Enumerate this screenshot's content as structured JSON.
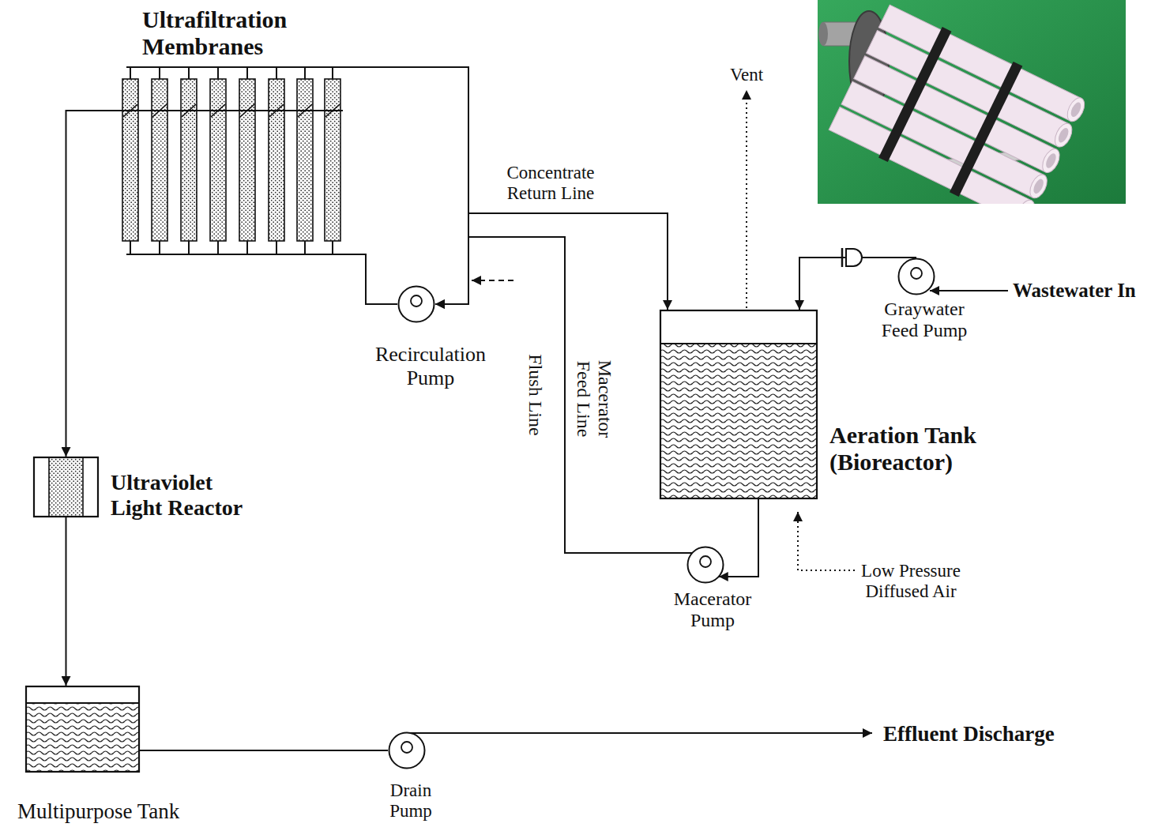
{
  "diagram": {
    "nodes": [
      {
        "text": [
          "Ultrafiltration Membranes"
        ]
      },
      {
        "text": [
          "Recirculation Pump"
        ]
      },
      {
        "text": [
          "Graywater Feed Pump"
        ]
      },
      {
        "text": [
          "Aeration Tank (Bioreactor)"
        ]
      },
      {
        "text": [
          "Ultraviolet Light Reactor"
        ]
      },
      {
        "text": [
          "Macerator Pump"
        ]
      },
      {
        "text": [
          "Multipurpose Tank"
        ]
      },
      {
        "text": [
          "Drain Pump"
        ]
      }
    ],
    "edges": [
      {
        "from": 0,
        "to": 1,
        "arrow": "to"
      },
      {
        "from": 1,
        "to": 0,
        "arrow": "none"
      },
      {
        "from": 0,
        "to": 3,
        "label": "Concentrate Return Line",
        "arrow": "to"
      },
      {
        "from": 5,
        "to": 1,
        "label": "Macerator Feed Line",
        "arrow": "to"
      },
      {
        "from": 0,
        "to": 4,
        "arrow": "to"
      },
      {
        "from": 4,
        "to": 6,
        "arrow": "to"
      },
      {
        "from": 6,
        "to": 7,
        "arrow": "none"
      },
      {
        "from": 2,
        "to": 3,
        "arrow": "to"
      },
      {
        "from": 3,
        "to": 5,
        "arrow": "to"
      }
    ],
    "labels": [
      "Vent",
      "Flush Line",
      "Low Pressure Diffused Air",
      "Wastewater In",
      "Effluent Discharge"
    ]
  }
}
